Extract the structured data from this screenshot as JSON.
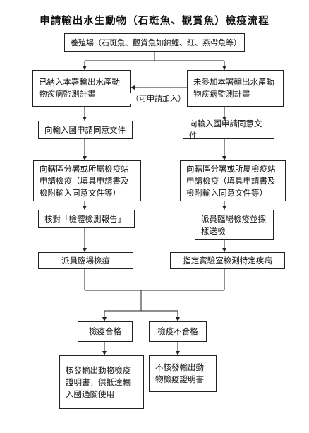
{
  "title": "申請輸出水生動物（石斑魚、觀賞魚）檢疫流程",
  "nodes": {
    "farm": "養殖場（石斑魚、觀賞魚如錦鯉、紅、燕帶魚等）",
    "left_enrolled": "已納入本署輸出水產動物疾病監測計畫",
    "right_not_enrolled": "未參加本署輸出水產動物疾病監測計畫",
    "can_apply_join": "（可申請加入）",
    "left_import_permit": "向輸入國申請同意文件",
    "right_import_permit": "向輸入國申請同意文件",
    "left_apply_quarantine": "向轄區分署或所屬檢疫站申請檢疫（填具申請書及檢附輸入同意文件等）",
    "right_apply_quarantine": "向轄區分署或所屬檢疫站申請檢疫（填具申請書及檢附輸入同意文件等）",
    "left_verify_report": "核對「檢體檢測報告」",
    "right_sampling": "派員臨場檢疫並採樣送檢",
    "left_onsite": "派員臨場檢疫",
    "right_lab": "指定實驗室檢測特定疾病",
    "pass": "檢疫合格",
    "fail": "檢疫不合格",
    "issue_cert": "核發輸出動物檢疫證明書，供抵達輸入國通關使用",
    "no_cert": "不核發輸出動物檢疫證明書"
  }
}
